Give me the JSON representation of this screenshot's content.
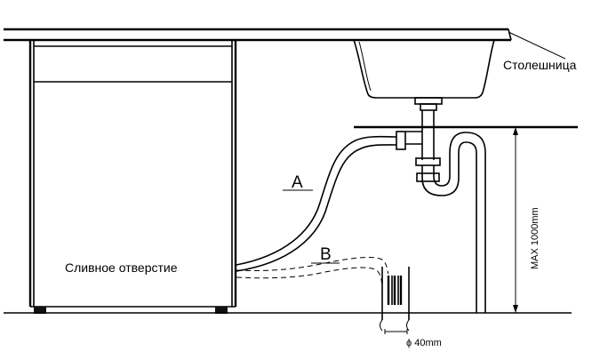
{
  "labels": {
    "countertop": "Столешница",
    "drain_outlet": "Сливное отверстие",
    "hose_a": "A",
    "hose_b": "B",
    "max_height": "MAX 1000mm",
    "pipe_diameter": "ϕ 40mm"
  }
}
